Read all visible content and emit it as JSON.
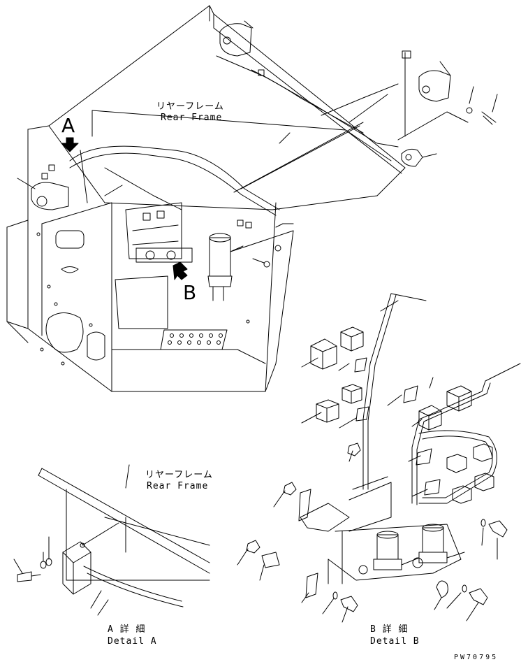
{
  "labels": {
    "rear_frame_jp": "リヤーフレーム",
    "rear_frame_en": "Rear Frame",
    "callout_a": "A",
    "callout_b": "B",
    "detail_a_jp": "A 詳 細",
    "detail_a_en": "Detail A",
    "detail_b_jp": "B 詳 細",
    "detail_b_en": "Detail B",
    "drawing_code": "PW70795"
  },
  "colors": {
    "line": "#000000",
    "background": "#ffffff"
  }
}
